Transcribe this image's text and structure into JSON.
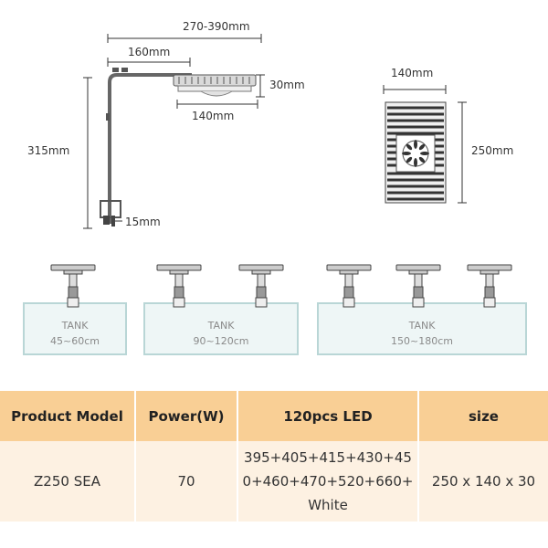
{
  "dimensions": {
    "overall_width": "270-390mm",
    "arm_length": "160mm",
    "fixture_height": "30mm",
    "fixture_width_side": "140mm",
    "height": "315mm",
    "clamp": "15mm",
    "top_width": "140mm",
    "top_length": "250mm"
  },
  "tanks": [
    {
      "label": "TANK",
      "range": "45~60cm"
    },
    {
      "label": "TANK",
      "range": "90~120cm"
    },
    {
      "label": "TANK",
      "range": "150~180cm"
    }
  ],
  "table": {
    "headers": [
      "Product Model",
      "Power(W)",
      "120pcs LED",
      "size"
    ],
    "row": {
      "model": "Z250 SEA",
      "power": "70",
      "led": "395+405+415+430+450+460+470+520+660+White",
      "size": "250 x 140 x 30"
    }
  },
  "colors": {
    "header_bg": "#f9cf95",
    "row_bg": "#fdf1e2",
    "tank_border": "#b9d6d6",
    "tank_fill": "#eef6f6"
  }
}
